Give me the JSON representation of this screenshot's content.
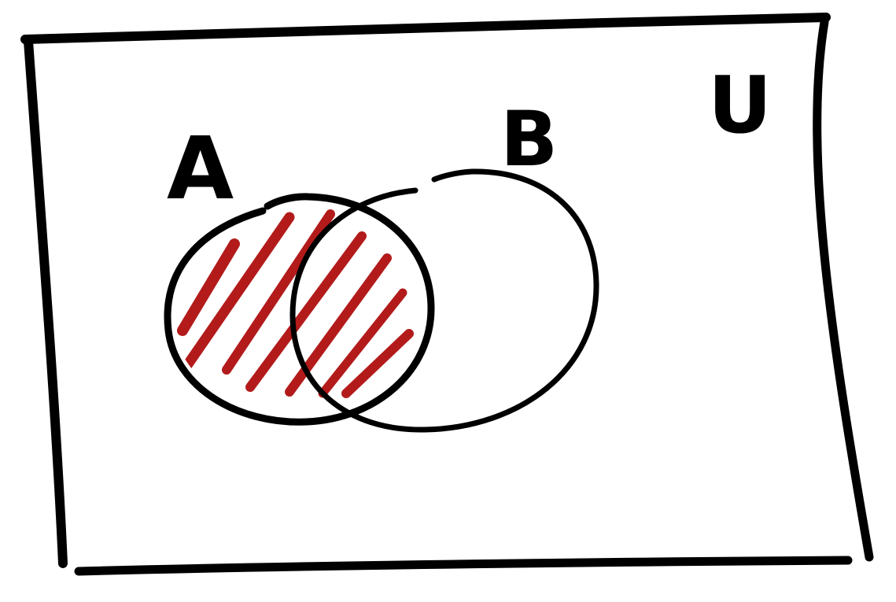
{
  "diagram": {
    "type": "venn",
    "universe_label": "U",
    "sets": [
      {
        "label": "A",
        "shaded": true
      },
      {
        "label": "B",
        "shaded": false
      }
    ],
    "shaded_region": "A",
    "colors": {
      "outline": "#000000",
      "shading": "#b31b1b",
      "background": "#ffffff"
    }
  }
}
